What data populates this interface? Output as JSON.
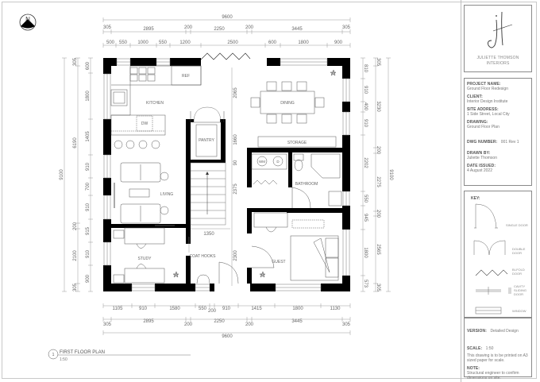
{
  "title_block": {
    "logo": {
      "monogram": "jt",
      "name": "JULIETTE THOMSON",
      "sub": "INTERIORS"
    },
    "fields": [
      {
        "label": "PROJECT NAME:",
        "value": "Ground Floor Redesign"
      },
      {
        "label": "CLIENT:",
        "value": "Interior Design Institute"
      },
      {
        "label": "SITE ADDRESS:",
        "value": "1 Side Street, Local City"
      },
      {
        "label": "DRAWING:",
        "value": "Ground Floor Plan"
      },
      {
        "label": "DWG NUMBER:",
        "value": "001 Rev 1"
      },
      {
        "label": "DRAWN BY:",
        "value": "Juliette Thomson"
      },
      {
        "label": "DATE ISSUED:",
        "value": "4 August 2022"
      }
    ],
    "key": {
      "title": "KEY:",
      "items": [
        {
          "icon": "single-door-icon",
          "label": "SINGLE DOOR"
        },
        {
          "icon": "double-door-icon",
          "label": "DOUBLE DOOR"
        },
        {
          "icon": "bifold-door-icon",
          "label": "BI-FOLD DOOR"
        },
        {
          "icon": "cavity-sliding-door-icon",
          "label": "CAVITY SLIDING DOOR"
        },
        {
          "icon": "window-icon",
          "label": "WINDOW"
        }
      ]
    },
    "version": {
      "label": "VERSION:",
      "value": "Detailed Design"
    },
    "scale": {
      "label": "SCALE:",
      "value": "1:50",
      "note": "This drawing is to be printed on A3 sized paper for scale."
    },
    "note": {
      "label": "NOTE:",
      "value": "Structural engineer to confirm dimensions on site."
    }
  },
  "drawing": {
    "north": "N",
    "title": "FIRST FLOOR PLAN",
    "title_number": "1",
    "scale": "1:50",
    "rooms": {
      "kitchen": "KITCHEN",
      "dining": "DINING",
      "pantry": "PANTRY",
      "storage": "STORAGE",
      "living": "LIVING",
      "bathroom": "BATHROOM",
      "study": "STUDY",
      "guest": "GUEST",
      "coat_hooks": "COAT HOOKS"
    },
    "fixtures": {
      "ref": "REF",
      "dw": "DW",
      "wm": "WM",
      "d": "D"
    },
    "dims": {
      "top_total": "9600",
      "top_mid": [
        "305",
        "2895",
        "200",
        "2250",
        "200",
        "3445",
        "305"
      ],
      "top_inner": [
        "500",
        "550",
        "1000",
        "550",
        "1200",
        "2500",
        "600",
        "1800",
        "900"
      ],
      "bottom_inner": [
        "1105",
        "910",
        "1580",
        "550",
        "200",
        "910",
        "1415",
        "1800",
        "1130"
      ],
      "bottom_mid": [
        "305",
        "2895",
        "200",
        "2250",
        "200",
        "3445",
        "305"
      ],
      "bottom_total": "9600",
      "left_total": "9100",
      "left_mid": [
        "305",
        "6190",
        "200",
        "2100",
        "305"
      ],
      "left_inner": [
        "600",
        "1800",
        "1405",
        "910",
        "700",
        "910",
        "915",
        "910",
        "900"
      ],
      "right_inner": [
        "810",
        "910",
        "400",
        "910",
        "2202",
        "550",
        "945",
        "1800",
        "573"
      ],
      "right_mid": [
        "305",
        "3230",
        "200",
        "2275",
        "200",
        "2565",
        "305"
      ],
      "right_total": "9100",
      "interior": [
        "2065",
        "1660",
        "90",
        "2375",
        "2300",
        "1350"
      ]
    }
  }
}
